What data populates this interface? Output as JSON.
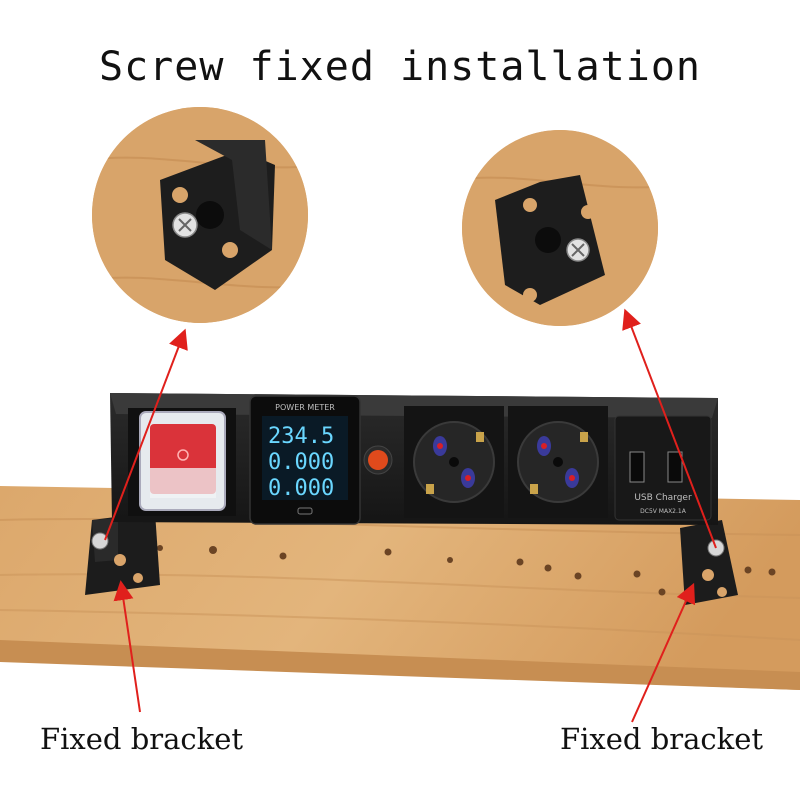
{
  "title": "Screw fixed installation",
  "captions": {
    "left": "Fixed bracket",
    "right": "Fixed bracket"
  },
  "device": {
    "meter_label": "POWER METER",
    "readings": [
      "234.5",
      "0.000",
      "0.000"
    ],
    "usb_label": "USB Charger",
    "usb_spec": "DC5V MAX2.1A"
  },
  "colors": {
    "arrow": "#e0201c",
    "wood": "#d9a46a",
    "panel": "#1e1e1e",
    "lcd_digits": "#6ad7ff",
    "switch": "#d81f26",
    "socket_accent": "#3a3a9a"
  }
}
